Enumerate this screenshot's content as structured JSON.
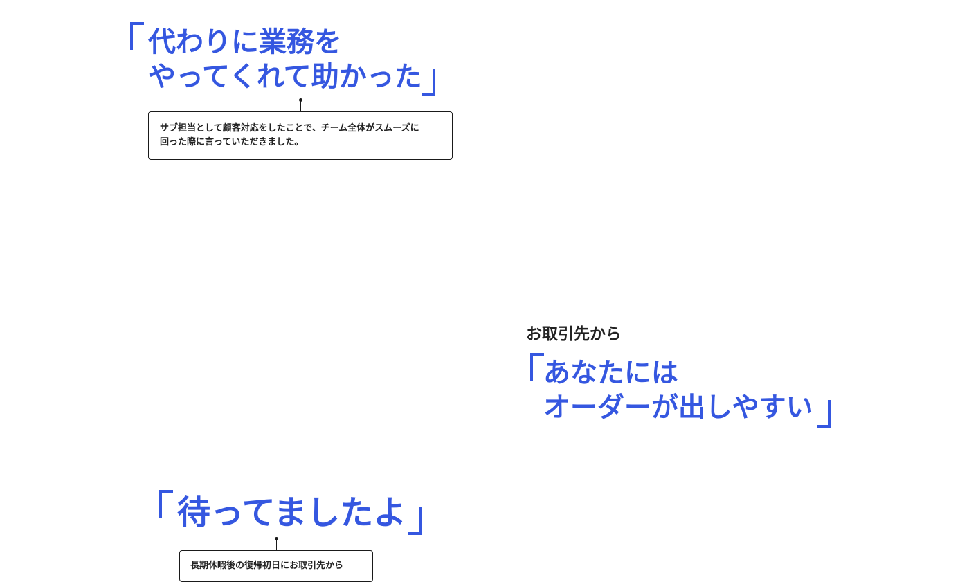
{
  "testimonials": [
    {
      "quote_lines": [
        "代わりに業務を",
        "やってくれて助かった"
      ],
      "note_lines": [
        "サブ担当として顧客対応をしたことで、チーム全体がスムーズに",
        "回った際に言っていただきました。"
      ]
    },
    {
      "source": "お取引先から",
      "quote_lines": [
        "あなたには",
        "オーダーが出しやすい"
      ]
    },
    {
      "quote_lines": [
        "待ってましたよ"
      ],
      "note_lines": [
        "長期休暇後の復帰初日にお取引先から"
      ]
    }
  ],
  "colors": {
    "accent": "#3557e0",
    "text": "#222222",
    "border": "#1a1a1a",
    "background": "#ffffff"
  }
}
